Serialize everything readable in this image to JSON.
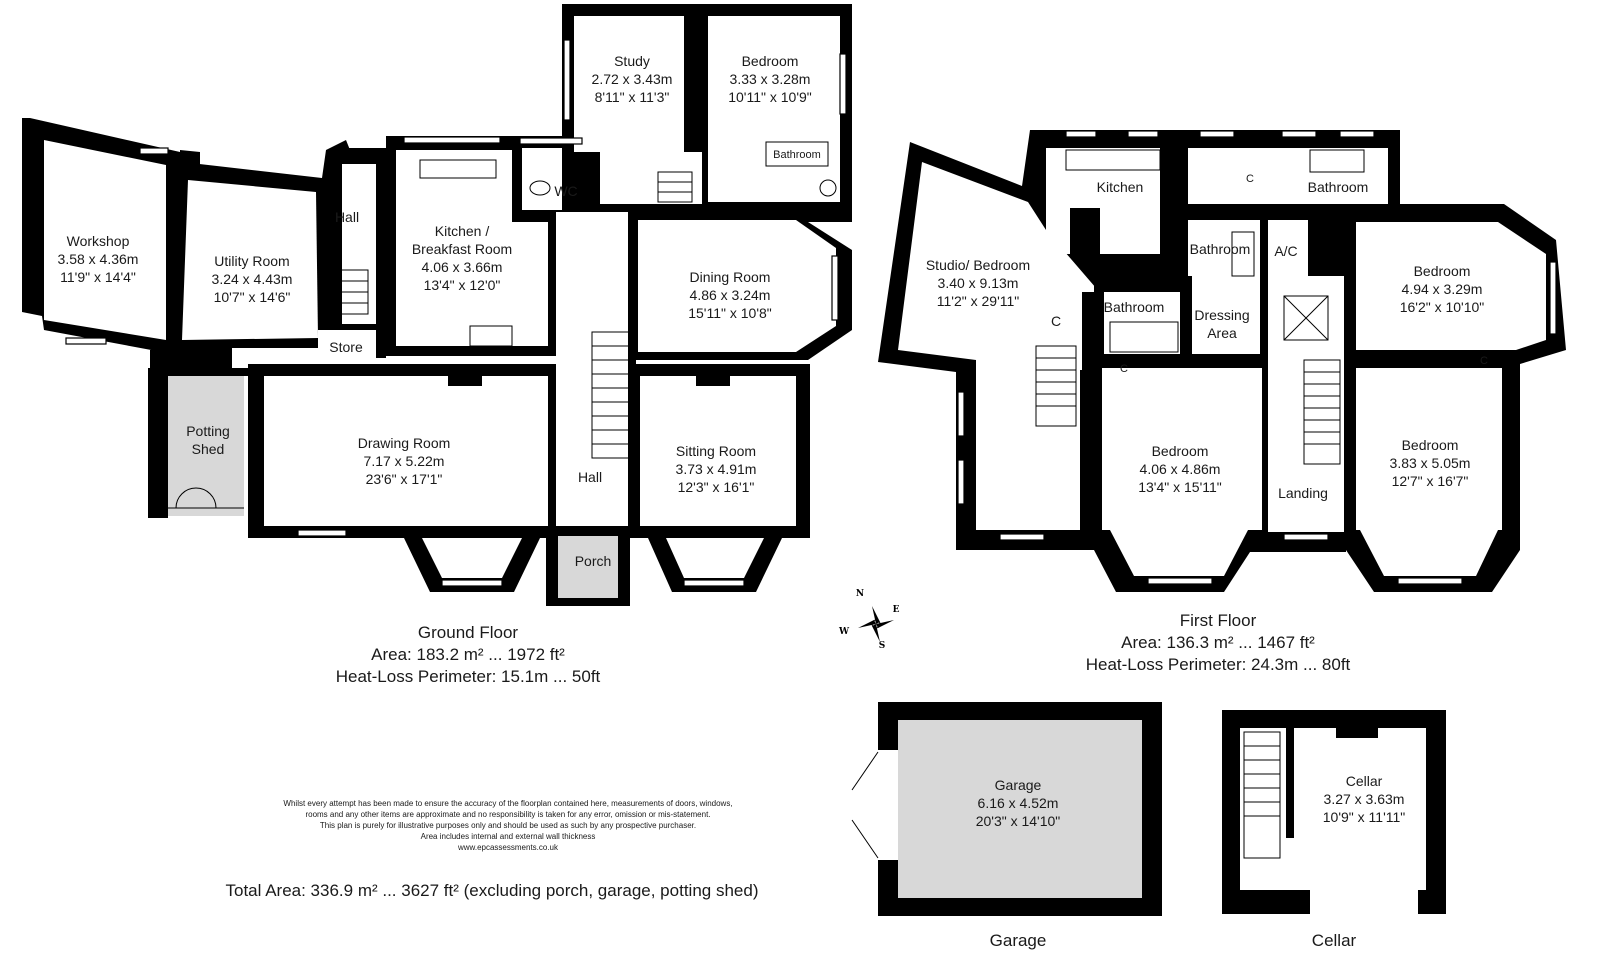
{
  "ground_floor": {
    "rooms": {
      "workshop": {
        "name": "Workshop",
        "metric": "3.58 x 4.36m",
        "imperial": "11'9\" x 14'4\""
      },
      "utility": {
        "name": "Utility Room",
        "metric": "3.24 x 4.43m",
        "imperial": "10'7\" x 14'6\""
      },
      "hall_small": {
        "name": "Hall"
      },
      "store": {
        "name": "Store"
      },
      "potting_shed": {
        "name1": "Potting",
        "name2": "Shed"
      },
      "kitchen": {
        "name1": "Kitchen /",
        "name2": "Breakfast Room",
        "metric": "4.06 x 3.66m",
        "imperial": "13'4\" x 12'0\""
      },
      "wc": {
        "name": "WC"
      },
      "study": {
        "name": "Study",
        "metric": "2.72 x 3.43m",
        "imperial": "8'11\" x 11'3\""
      },
      "bedroom": {
        "name": "Bedroom",
        "metric": "3.33 x 3.28m",
        "imperial": "10'11\" x 10'9\""
      },
      "bathroom": {
        "name": "Bathroom"
      },
      "dining": {
        "name": "Dining Room",
        "metric": "4.86 x 3.24m",
        "imperial": "15'11\" x 10'8\""
      },
      "drawing": {
        "name": "Drawing Room",
        "metric": "7.17 x 5.22m",
        "imperial": "23'6\" x 17'1\""
      },
      "hall": {
        "name": "Hall"
      },
      "sitting": {
        "name": "Sitting Room",
        "metric": "3.73 x 4.91m",
        "imperial": "12'3\" x 16'1\""
      },
      "porch": {
        "name": "Porch"
      }
    },
    "title": "Ground Floor",
    "area": "Area: 183.2 m² ... 1972 ft²",
    "perimeter": "Heat-Loss Perimeter: 15.1m ... 50ft"
  },
  "first_floor": {
    "rooms": {
      "studio": {
        "name": "Studio/ Bedroom",
        "metric": "3.40 x 9.13m",
        "imperial": "11'2\" x 29'11\""
      },
      "c1": {
        "name": "C"
      },
      "kitchen": {
        "name": "Kitchen"
      },
      "bathroom_a": {
        "name": "Bathroom"
      },
      "bathroom_b": {
        "name": "Bathroom"
      },
      "bathroom_c": {
        "name": "Bathroom"
      },
      "ac": {
        "name": "A/C"
      },
      "c2": {
        "name": "C"
      },
      "c3": {
        "name": "C"
      },
      "c4": {
        "name": "C"
      },
      "dressing": {
        "name1": "Dressing",
        "name2": "Area"
      },
      "bedroom_mid": {
        "name": "Bedroom",
        "metric": "4.06 x 4.86m",
        "imperial": "13'4\" x 15'11\""
      },
      "landing": {
        "name": "Landing"
      },
      "bedroom_ne": {
        "name": "Bedroom",
        "metric": "4.94 x 3.29m",
        "imperial": "16'2\" x 10'10\""
      },
      "bedroom_se": {
        "name": "Bedroom",
        "metric": "3.83 x 5.05m",
        "imperial": "12'7\" x 16'7\""
      }
    },
    "title": "First Floor",
    "area": "Area: 136.3 m² ... 1467 ft²",
    "perimeter": "Heat-Loss Perimeter: 24.3m ... 80ft"
  },
  "garage": {
    "name": "Garage",
    "metric": "6.16 x 4.52m",
    "imperial": "20'3\" x 14'10\"",
    "caption": "Garage"
  },
  "cellar": {
    "name": "Cellar",
    "metric": "3.27 x 3.63m",
    "imperial": "10'9\" x 11'11\"",
    "caption": "Cellar"
  },
  "compass": {
    "n": "N",
    "e": "E",
    "s": "S",
    "w": "W"
  },
  "disclaimer": {
    "l1": "Whilst every attempt has been made to ensure the accuracy of the floorplan contained here, measurements of doors, windows,",
    "l2": "rooms and any other items are approximate and no responsibility is taken for any error, omission or mis-statement.",
    "l3": "This plan is purely for illustrative purposes only and should be used as such by any prospective purchaser.",
    "l4": "Area includes internal and external wall thickness",
    "l5": "www.epcassessments.co.uk"
  },
  "total_area": "Total Area: 336.9 m² ... 3627 ft² (excluding porch, garage, potting shed)",
  "colors": {
    "wall": "#000000",
    "shaded": "#d8d8d8",
    "background": "#ffffff"
  }
}
